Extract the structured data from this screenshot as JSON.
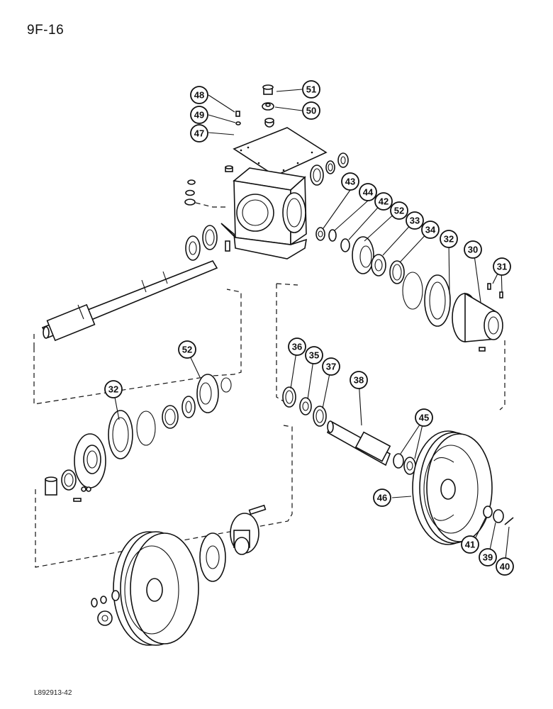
{
  "page_number": "9F-16",
  "figure_code": "L892913-42",
  "callouts": [
    {
      "label": "51"
    },
    {
      "label": "50"
    },
    {
      "label": "48"
    },
    {
      "label": "49"
    },
    {
      "label": "47"
    },
    {
      "label": "43"
    },
    {
      "label": "44"
    },
    {
      "label": "42"
    },
    {
      "label": "52"
    },
    {
      "label": "33"
    },
    {
      "label": "34"
    },
    {
      "label": "32"
    },
    {
      "label": "30"
    },
    {
      "label": "31"
    },
    {
      "label": "52"
    },
    {
      "label": "32"
    },
    {
      "label": "36"
    },
    {
      "label": "35"
    },
    {
      "label": "37"
    },
    {
      "label": "38"
    },
    {
      "label": "45"
    },
    {
      "label": "46"
    },
    {
      "label": "41"
    },
    {
      "label": "39"
    },
    {
      "label": "40"
    }
  ]
}
